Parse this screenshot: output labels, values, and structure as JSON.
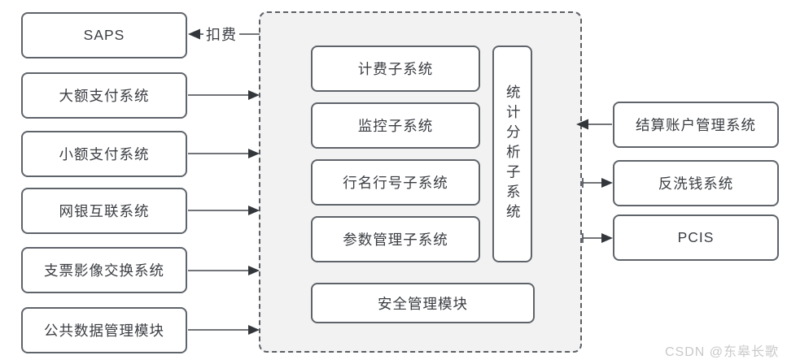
{
  "diagram": {
    "left_systems": [
      {
        "label": "SAPS"
      },
      {
        "label": "大额支付系统"
      },
      {
        "label": "小额支付系统"
      },
      {
        "label": "网银互联系统"
      },
      {
        "label": "支票影像交换系统"
      },
      {
        "label": "公共数据管理模块"
      }
    ],
    "core": {
      "subsystems": [
        {
          "label": "计费子系统"
        },
        {
          "label": "监控子系统"
        },
        {
          "label": "行名行号子系统"
        },
        {
          "label": "参数管理子系统"
        }
      ],
      "vertical_subsystem": {
        "label": "统计分析子系统"
      },
      "bottom_module": {
        "label": "安全管理模块"
      }
    },
    "right_systems": [
      {
        "label": "结算账户管理系统"
      },
      {
        "label": "反洗钱系统"
      },
      {
        "label": "PCIS"
      }
    ],
    "edge_labels": {
      "deduct_fee": "扣费"
    },
    "colors": {
      "container_background": "#f2f2f2",
      "box_border": "#5f646a",
      "connector_line": "#3c4043",
      "text": "#3a3d42",
      "watermark": "#c9c9c9"
    }
  },
  "watermark": "CSDN @东皋长歌"
}
